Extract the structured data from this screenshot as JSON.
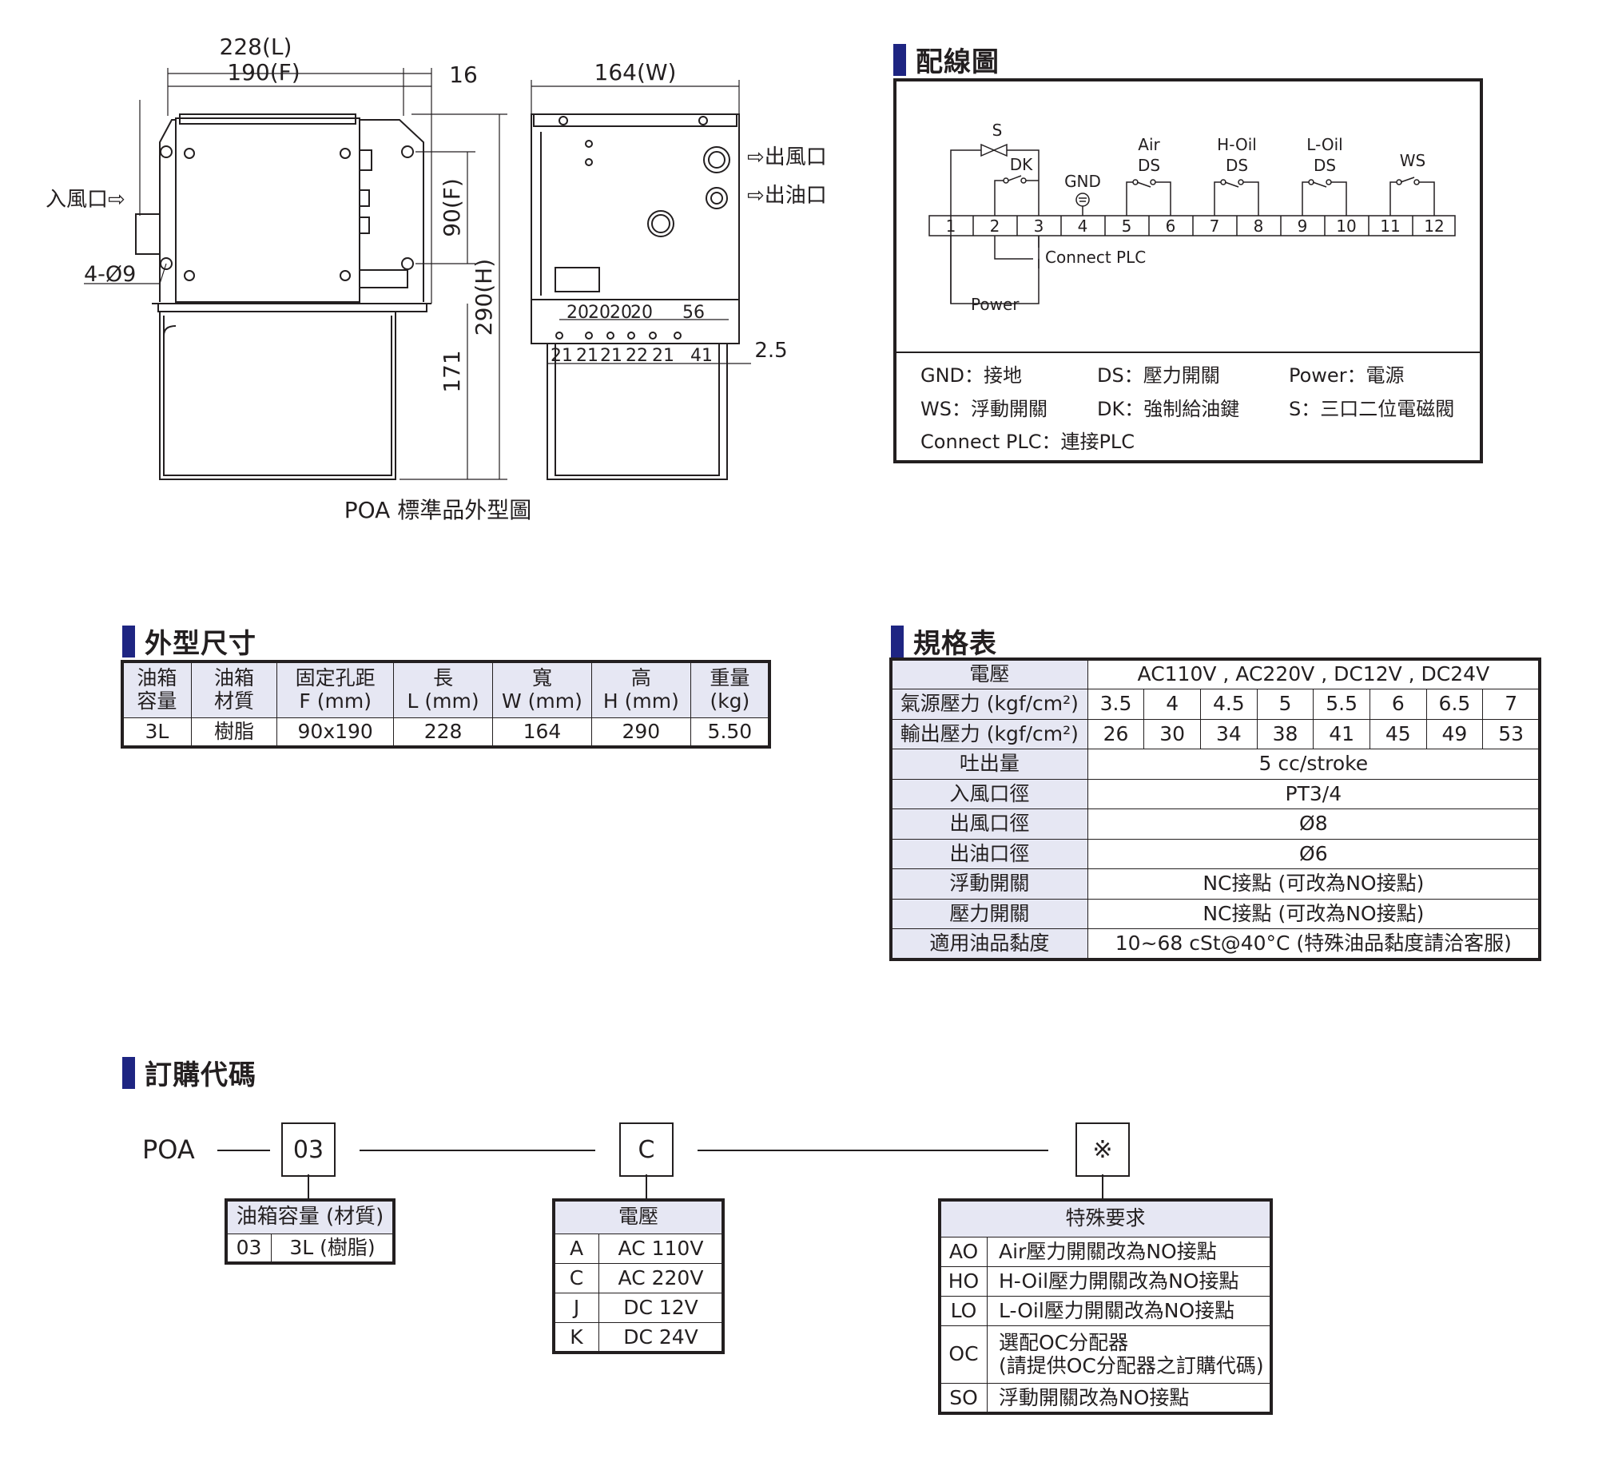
{
  "drawing": {
    "dim_l": "228(L)",
    "dim_f": "190(F)",
    "dim_16": "16",
    "dim_w": "164(W)",
    "dim_90f": "90(F)",
    "dim_290h": "290(H)",
    "dim_171": "171",
    "dim_hole": "4-Ø9",
    "label_inlet": "入風口⇨",
    "label_air_out": "⇨出風口",
    "label_oil_out": "⇨出油口",
    "dim_20a": "20",
    "dim_20b": "20",
    "dim_20c": "20",
    "dim_20d": "20",
    "dim_56": "56",
    "dim_21a": "21",
    "dim_21b": "21",
    "dim_21c": "21",
    "dim_22": "22",
    "dim_21d": "21",
    "dim_41": "41",
    "dim_25": "2.5",
    "caption": "POA 標準品外型圖"
  },
  "wiring": {
    "title": "配線圖",
    "s": "S",
    "dk": "DK",
    "gnd": "GND",
    "air": "Air",
    "hoil": "H-Oil",
    "loil": "L-Oil",
    "ds1": "DS",
    "ds2": "DS",
    "ds3": "DS",
    "ws": "WS",
    "terminals": [
      "1",
      "2",
      "3",
      "4",
      "5",
      "6",
      "7",
      "8",
      "9",
      "10",
      "11",
      "12"
    ],
    "connect_plc": "Connect PLC",
    "power": "Power",
    "legend": [
      "GND：接地",
      "DS：壓力開關",
      "Power：電源",
      "WS：浮動開關",
      "DK：強制給油鍵",
      "S：三口二位電磁閥",
      "Connect PLC：連接PLC"
    ]
  },
  "dimensions": {
    "title": "外型尺寸",
    "headers": [
      [
        "油箱",
        "容量"
      ],
      [
        "油箱",
        "材質"
      ],
      [
        "固定孔距",
        "F (mm)"
      ],
      [
        "長",
        "L (mm)"
      ],
      [
        "寬",
        "W (mm)"
      ],
      [
        "高",
        "H (mm)"
      ],
      [
        "重量",
        "(kg)"
      ]
    ],
    "row": [
      "3L",
      "樹脂",
      "90x190",
      "228",
      "164",
      "290",
      "5.50"
    ]
  },
  "specs": {
    "title": "規格表",
    "voltage_label": "電壓",
    "voltage_value": "AC110V , AC220V , DC12V , DC24V",
    "air_pressure_label": "氣源壓力 (kgf/cm²)",
    "air_pressure": [
      "3.5",
      "4",
      "4.5",
      "5",
      "5.5",
      "6",
      "6.5",
      "7"
    ],
    "out_pressure_label": "輸出壓力 (kgf/cm²)",
    "out_pressure": [
      "26",
      "30",
      "34",
      "38",
      "41",
      "45",
      "49",
      "53"
    ],
    "rows": [
      {
        "label": "吐出量",
        "value": "5 cc/stroke"
      },
      {
        "label": "入風口徑",
        "value": "PT3/4"
      },
      {
        "label": "出風口徑",
        "value": "Ø8"
      },
      {
        "label": "出油口徑",
        "value": "Ø6"
      },
      {
        "label": "浮動開關",
        "value": "NC接點 (可改為NO接點)"
      },
      {
        "label": "壓力開關",
        "value": "NC接點 (可改為NO接點)"
      },
      {
        "label": "適用油品黏度",
        "value": "10~68 cSt@40°C (特殊油品黏度請洽客服)"
      }
    ]
  },
  "order": {
    "title": "訂購代碼",
    "prefix": "POA",
    "code1": "03",
    "code2": "C",
    "code3": "※",
    "capacity": {
      "header": "油箱容量 (材質)",
      "rows": [
        [
          "03",
          "3L (樹脂)"
        ]
      ]
    },
    "voltage": {
      "header": "電壓",
      "rows": [
        [
          "A",
          "AC 110V"
        ],
        [
          "C",
          "AC 220V"
        ],
        [
          "J",
          "DC 12V"
        ],
        [
          "K",
          "DC 24V"
        ]
      ]
    },
    "special": {
      "header": "特殊要求",
      "rows": [
        [
          "AO",
          "Air壓力開關改為NO接點"
        ],
        [
          "HO",
          "H-Oil壓力開關改為NO接點"
        ],
        [
          "LO",
          "L-Oil壓力開關改為NO接點"
        ],
        [
          "OC",
          "選配OC分配器"
        ],
        [
          "SO",
          "浮動開關改為NO接點"
        ]
      ],
      "oc_line2": "(請提供OC分配器之訂購代碼)"
    }
  }
}
